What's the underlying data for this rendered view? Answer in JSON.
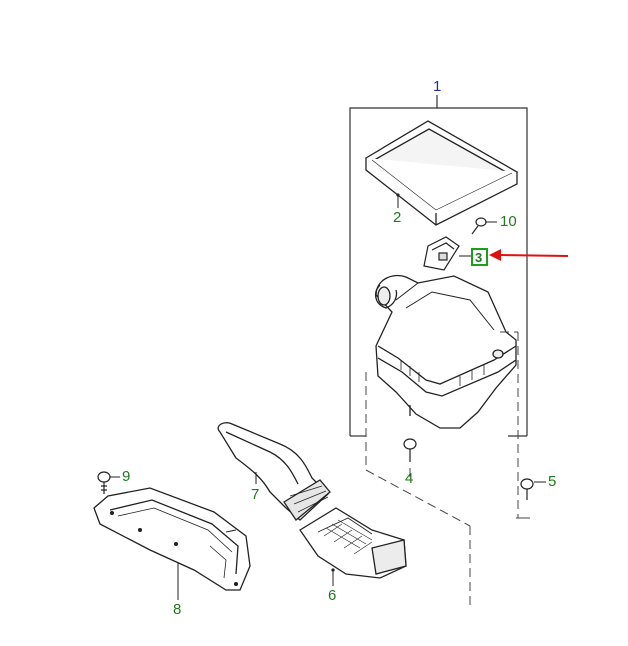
{
  "diagram": {
    "assembly_callout": "1",
    "callouts": {
      "air_filter": "2",
      "part_3": "3",
      "grommet": "4",
      "bolt_right": "5",
      "intake_duct": "6",
      "intake_tube": "7",
      "air_deflector": "8",
      "bolt_left": "9",
      "screw": "10"
    },
    "colors": {
      "callout_green": "#1f7a1f",
      "callout_blue": "#2a2aa8",
      "highlight_border": "#18a018",
      "arrow": "#e01010",
      "line_art": "#222222"
    }
  }
}
